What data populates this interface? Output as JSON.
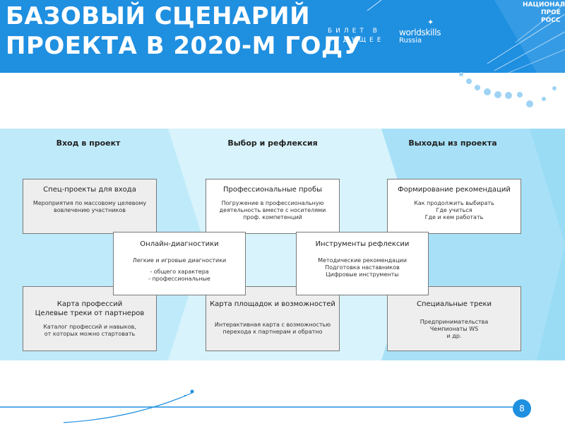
{
  "header": {
    "title_line1": "БАЗОВЫЙ СЦЕНАРИЙ",
    "title_line2": "ПРОЕКТА В 2020-М ГОДУ",
    "logo_bilet_line1": "БИЛЕТ В",
    "logo_bilet_line2": "БУДУЩЕЕ",
    "logo_ws_main": "worldskills",
    "logo_ws_sub": "Russia",
    "national_line1": "НАЦИОНАЛЬНЫ",
    "national_line2": "ПРОЕ",
    "national_line3": "РОСС",
    "colors": {
      "header_bg": "#1f8fe0",
      "band_bg": "#c8eefb"
    }
  },
  "columns": [
    {
      "heading": "Вход в проект"
    },
    {
      "heading": "Выбор и рефлексия"
    },
    {
      "heading": "Выходы из проекта"
    }
  ],
  "boxes": {
    "spec_projects": {
      "title": "Спец-проекты для входа",
      "desc_line1": "Мероприятия по массовому целевому",
      "desc_line2": "вовлечению участников"
    },
    "prof_probes": {
      "title": "Профессиональные пробы",
      "desc_line1": "Погружение в профессиональную",
      "desc_line2": "деятельность вместе с носителями",
      "desc_line3": "проф. компетенций"
    },
    "recommendations": {
      "title": "Формирование рекомендаций",
      "desc_line1": "Как продолжить выбирать",
      "desc_line2": "Где учиться",
      "desc_line3": "Где и кем работать"
    },
    "online_diag": {
      "title": "Онлайн-диагностики",
      "desc_line1": "Легкие и игровые диагностики",
      "desc_line2": "- общего характера",
      "desc_line3": "- профессиональные"
    },
    "reflection_tools": {
      "title": "Инструменты рефлексии",
      "desc_line1": "Методические рекомендации",
      "desc_line2": "Подготовка наставников",
      "desc_line3": "Цифровые инструменты"
    },
    "prof_map": {
      "title_line1": "Карта профессий",
      "title_line2": "Целевые треки от партнеров",
      "desc_line1": "Каталог профессий и навыков,",
      "desc_line2": "от которых можно стартовать"
    },
    "sites_map": {
      "title": "Карта площадок и возможностей",
      "desc_line1": "Интерактивная карта с возможностью",
      "desc_line2": "перехода к партнерам и обратно"
    },
    "special_tracks": {
      "title": "Специальные треки",
      "desc_line1": "Предпринимательства",
      "desc_line2": "Чемпионаты WS",
      "desc_line3": "и др."
    }
  },
  "footer": {
    "page_number": "8"
  }
}
